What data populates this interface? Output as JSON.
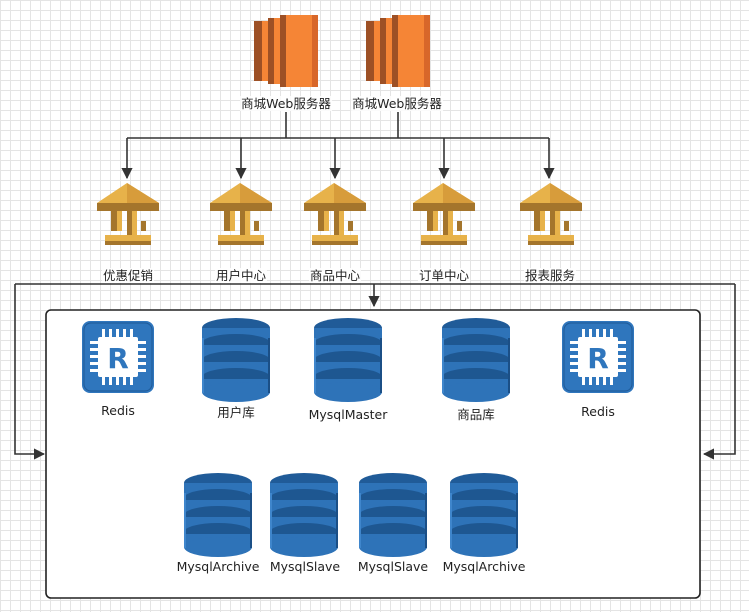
{
  "web_servers": [
    {
      "label": "商城Web服务器"
    },
    {
      "label": "商城Web服务器"
    }
  ],
  "services": [
    {
      "label": "优惠促销"
    },
    {
      "label": "用户中心"
    },
    {
      "label": "商品中心"
    },
    {
      "label": "订单中心"
    },
    {
      "label": "报表服务"
    }
  ],
  "datastores": {
    "redis_left": "Redis",
    "user_db": "用户库",
    "mysql_master": "MysqlMaster",
    "product_db": "商品库",
    "redis_right": "Redis"
  },
  "archive_row": [
    {
      "label": "MysqlArchive"
    },
    {
      "label": "MysqlSlave"
    },
    {
      "label": "MysqlSlave"
    },
    {
      "label": "MysqlArchive"
    }
  ],
  "colors": {
    "ec2_orange": "#f58536",
    "ec2_dark": "#9d5025",
    "gateway_gold": "#e7b24a",
    "gateway_dark": "#a4752c",
    "db_blue": "#2e73b8",
    "db_dark": "#205b98",
    "redis_blue": "#2f76bd",
    "line": "#333333"
  }
}
